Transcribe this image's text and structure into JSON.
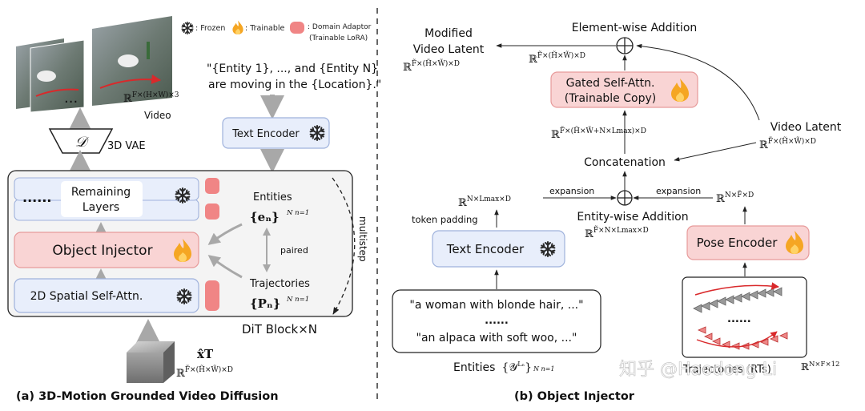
{
  "legend": {
    "frozen_label": ": Frozen",
    "trainable_label": ": Trainable",
    "adaptor_label_1": ": Domain Adaptor",
    "adaptor_label_2": "(Trainable LoRA)"
  },
  "left": {
    "video_dots": "...",
    "video_dim": "ℝ",
    "video_dim_sup": "F×(H×W)×3",
    "video_label": "Video",
    "vae_symbol": "𝒟",
    "vae_label": "3D VAE",
    "prompt_line1": "\"{Entity 1}, ..., and {Entity N}",
    "prompt_line2": "are moving in the {Location}.\"",
    "text_encoder": "Text Encoder",
    "remaining_dots": "......",
    "remaining_line1": "Remaining",
    "remaining_line2": "Layers",
    "object_injector": "Object Injector",
    "spatial_attn": "2D Spatial Self-Attn.",
    "entities_label": "Entities",
    "entities_math": "{eₙ}",
    "entities_idx": "N n=1",
    "paired_label": "paired",
    "trajectories_label": "Trajectories",
    "trajectories_math": "{Pₙ}",
    "trajectories_idx": "N n=1",
    "multistep_label": "multistep",
    "dit_block": "DiT Block×N",
    "x_hat": "x̂T",
    "latent_dim": "ℝ",
    "latent_dim_sup": "F̃×(H̃×W̃)×D",
    "caption": "(a) 3D-Motion Grounded Video Diffusion"
  },
  "right": {
    "modified_line1": "Modified",
    "modified_line2": "Video Latent",
    "modified_dim": "ℝ",
    "modified_dim_sup": "F̃×(H̃×W̃)×D",
    "element_wise": "Element-wise Addition",
    "ew_dim": "ℝ",
    "ew_dim_sup": "F̃×(H̃×W̃)×D",
    "gated_line1": "Gated Self-Attn.",
    "gated_line2": "(Trainable Copy)",
    "concat_dim": "ℝ",
    "concat_dim_sup": "F̃×(H̃×W̃+N×Lmax)×D",
    "video_latent": "Video Latent",
    "video_latent_dim": "ℝ",
    "video_latent_dim_sup": "F̃×(H̃×W̃)×D",
    "concatenation": "Concatenation",
    "text_dim": "ℝ",
    "text_dim_sup": "N×Lmax×D",
    "expansion_left": "expansion",
    "expansion_right": "expansion",
    "pose_dim": "ℝ",
    "pose_dim_sup": "N×F̃×D",
    "token_padding": "token padding",
    "entity_wise": "Entity-wise Addition",
    "entity_dim": "ℝ",
    "entity_dim_sup": "F̃×N×Lmax×D",
    "text_encoder": "Text Encoder",
    "pose_encoder": "Pose Encoder",
    "sample_text1": "\"a woman with blonde hair, ...\"",
    "sample_dots": "......",
    "sample_text2": "\"an alpaca with soft woo, ...\"",
    "traj_dots": "......",
    "entities_caption": "Entities",
    "entities_caption_math": "{𝒴",
    "entities_caption_sup": "Lₙ",
    "entities_caption_tail": "}",
    "entities_caption_idx": "N n=1",
    "trajectories_caption": "Trajectories (RTs)",
    "traj_dim": "ℝ",
    "traj_dim_sup": "N×F×12",
    "caption": "(b) Object Injector"
  },
  "watermark": "知乎 @Haodong Li",
  "colors": {
    "block_blue_fill": "#e8eefb",
    "block_blue_stroke": "#9fb2dc",
    "block_pink_fill": "#f9d4d4",
    "block_pink_stroke": "#e79a9a",
    "adaptor": "#f08585",
    "arrow_gray": "#a8a8a8",
    "dashed_divider": "#333333",
    "flame": "#f5a623",
    "snowflake": "#2a2a2a"
  }
}
